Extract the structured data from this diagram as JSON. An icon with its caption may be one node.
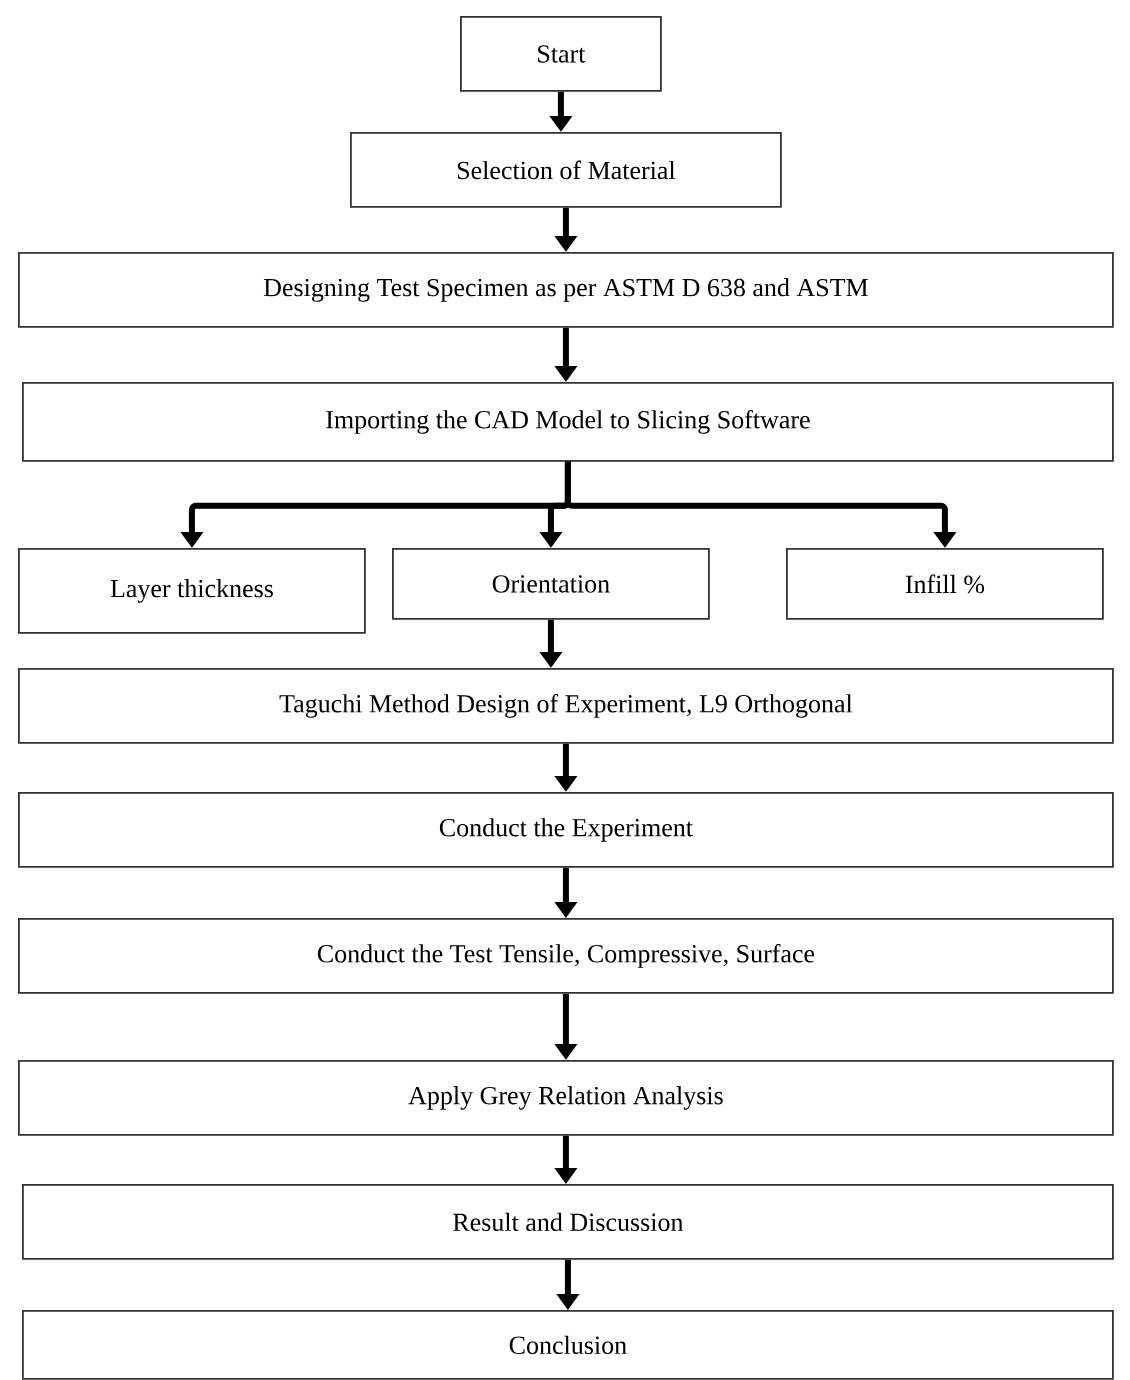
{
  "diagram": {
    "nodes": [
      {
        "text": [
          "Start"
        ]
      },
      {
        "text": [
          "Selection of Material"
        ]
      },
      {
        "text": [
          "Designing Test Specimen as per ASTM D 638 and ASTM"
        ]
      },
      {
        "text": [
          "Importing the CAD Model to Slicing Software"
        ]
      },
      {
        "text": [
          "Layer thickness"
        ]
      },
      {
        "text": [
          "Orientation"
        ]
      },
      {
        "text": [
          "Infill %"
        ]
      },
      {
        "text": [
          "Taguchi Method Design of Experiment, L9 Orthogonal"
        ]
      },
      {
        "text": [
          "Conduct the Experiment"
        ]
      },
      {
        "text": [
          "Conduct the Test Tensile, Compressive, Surface"
        ]
      },
      {
        "text": [
          "Apply Grey Relation Analysis"
        ]
      },
      {
        "text": [
          "Result and Discussion"
        ]
      },
      {
        "text": [
          "Conclusion"
        ]
      }
    ],
    "edges": [
      {
        "from": 0,
        "to": 1,
        "arrow": "to"
      },
      {
        "from": 1,
        "to": 2,
        "arrow": "to"
      },
      {
        "from": 2,
        "to": 3,
        "arrow": "to"
      },
      {
        "from": 3,
        "to": 4,
        "arrow": "to"
      },
      {
        "from": 3,
        "to": 5,
        "arrow": "to"
      },
      {
        "from": 3,
        "to": 6,
        "arrow": "to"
      },
      {
        "from": 5,
        "to": 7,
        "arrow": "to"
      },
      {
        "from": 7,
        "to": 8,
        "arrow": "to"
      },
      {
        "from": 8,
        "to": 9,
        "arrow": "to"
      },
      {
        "from": 9,
        "to": 10,
        "arrow": "to"
      },
      {
        "from": 10,
        "to": 11,
        "arrow": "to"
      },
      {
        "from": 11,
        "to": 12,
        "arrow": "to"
      }
    ]
  }
}
